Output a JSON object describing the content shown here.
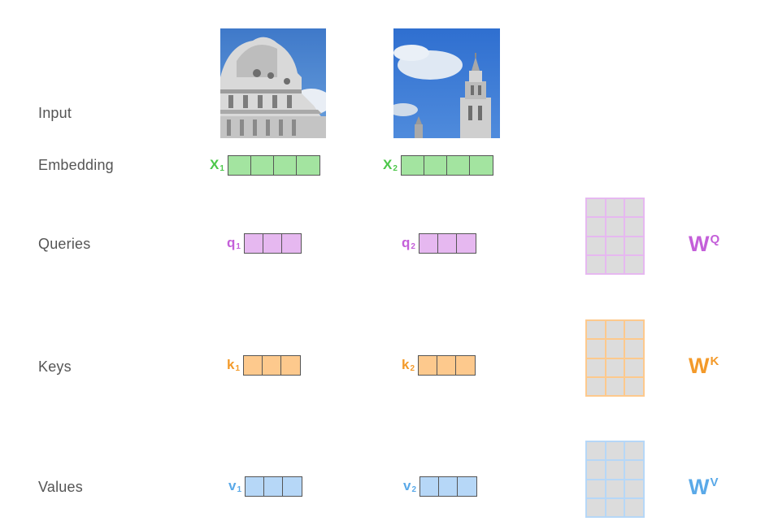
{
  "rows": {
    "input": "Input",
    "embedding": "Embedding",
    "queries": "Queries",
    "keys": "Keys",
    "values": "Values"
  },
  "vectors": {
    "x1": {
      "base": "X",
      "sub": "1"
    },
    "x2": {
      "base": "X",
      "sub": "2"
    },
    "q1": {
      "base": "q",
      "sub": "1"
    },
    "q2": {
      "base": "q",
      "sub": "2"
    },
    "k1": {
      "base": "k",
      "sub": "1"
    },
    "k2": {
      "base": "k",
      "sub": "2"
    },
    "v1": {
      "base": "v",
      "sub": "1"
    },
    "v2": {
      "base": "v",
      "sub": "2"
    }
  },
  "weights": {
    "wq": {
      "base": "W",
      "sup": "Q"
    },
    "wk": {
      "base": "W",
      "sup": "K"
    },
    "wv": {
      "base": "W",
      "sup": "V"
    }
  },
  "colors": {
    "embedding_fill": "#a3e4a0",
    "embedding_text": "#4cc74a",
    "query_fill": "#e6b8f0",
    "query_text": "#c45fd9",
    "key_fill": "#fdc98d",
    "key_text": "#f39a2a",
    "value_fill": "#b6d7f7",
    "value_text": "#5aa9e8",
    "row_label": "#555555"
  },
  "images": {
    "img1_icon": "building-dome-image",
    "img2_icon": "tower-sky-image"
  }
}
